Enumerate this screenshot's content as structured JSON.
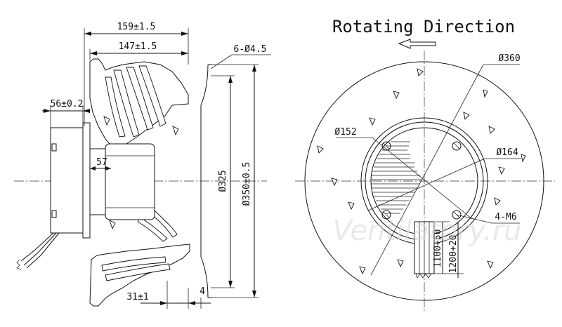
{
  "title": "Rotating Direction",
  "side_view": {
    "dim_overall_depth": "159±1.5",
    "dim_impeller_depth": "147±1.5",
    "dim_motor_flange": "56±0.2",
    "dim_hub": "57",
    "dim_inlet_ring": "31±1",
    "dim_thickness": "4",
    "dim_holes": "6-Ø4.5",
    "dim_inner_diameter": "Ø325",
    "dim_outer_diameter": "Ø350±0.5"
  },
  "front_view": {
    "dim_outer": "Ø360",
    "dim_hub": "Ø152",
    "dim_bolt_circle": "Ø164",
    "dim_threads": "4-M6",
    "dim_cable_1": "1100+50",
    "dim_cable_2": "1200+20"
  },
  "watermark": "Ventilatory.ru"
}
